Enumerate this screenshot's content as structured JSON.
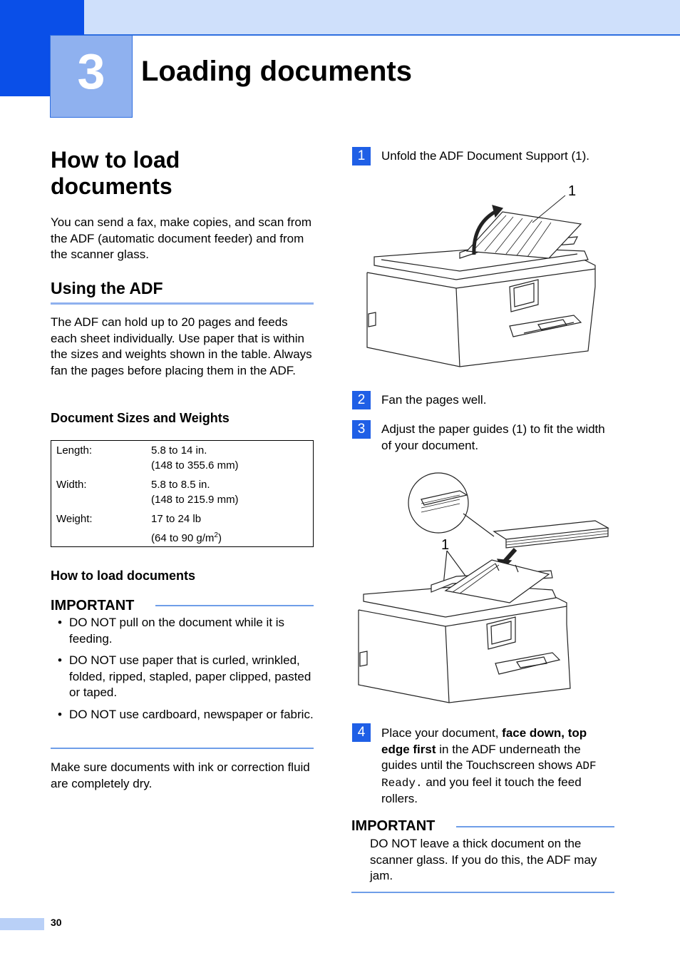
{
  "chapter": {
    "number": "3",
    "title": "Loading documents"
  },
  "section": {
    "title": "How to load documents",
    "intro": "You can send a fax, make copies, and scan from the ADF (automatic document feeder) and from the scanner glass."
  },
  "adf": {
    "title": "Using the ADF",
    "body": "The ADF can hold up to 20 pages and feeds each sheet individually. Use paper that is within the sizes and weights shown in the table. Always fan the pages before placing them in the ADF."
  },
  "sizes": {
    "title": "Document Sizes and Weights",
    "rows": [
      {
        "label": "Length:",
        "line1": "5.8 to 14 in.",
        "line2": "(148 to 355.6 mm)"
      },
      {
        "label": "Width:",
        "line1": "5.8 to 8.5 in.",
        "line2": "(148 to 215.9 mm)"
      },
      {
        "label": "Weight:",
        "line1": "17 to 24 lb",
        "line2_pre": "(64 to 90 g/m",
        "line2_sup": "2",
        "line2_post": ")"
      }
    ]
  },
  "load": {
    "title": "How to load documents",
    "important_label": "IMPORTANT",
    "bullets": [
      "DO NOT pull on the document while it is feeding.",
      "DO NOT use paper that is curled, wrinkled, folded, ripped, stapled, paper clipped, pasted or taped.",
      "DO NOT use cardboard, newspaper or fabric."
    ],
    "note": "Make sure documents with ink or correction fluid are completely dry."
  },
  "steps": [
    {
      "num": "1",
      "text": "Unfold the ADF Document Support (1)."
    },
    {
      "num": "2",
      "text": "Fan the pages well."
    },
    {
      "num": "3",
      "text": "Adjust the paper guides (1) to fit the width of your document."
    },
    {
      "num": "4",
      "text_a": "Place your document, ",
      "text_bold": "face down, top edge first",
      "text_b": " in the ADF underneath the guides until the Touchscreen shows ",
      "text_mono": "ADF Ready.",
      "text_c": " and you feel it touch the feed rollers."
    }
  ],
  "callouts": {
    "fig1": "1",
    "fig2": "1"
  },
  "important2": {
    "label": "IMPORTANT",
    "text": "DO NOT leave a thick document on the scanner glass. If you do this, the ADF may jam."
  },
  "page_number": "30",
  "colors": {
    "accent": "#0a4fe8",
    "light_band": "#cfe0fb",
    "chapter_box": "#8fb1ef",
    "step_badge": "#1f5fe6"
  }
}
